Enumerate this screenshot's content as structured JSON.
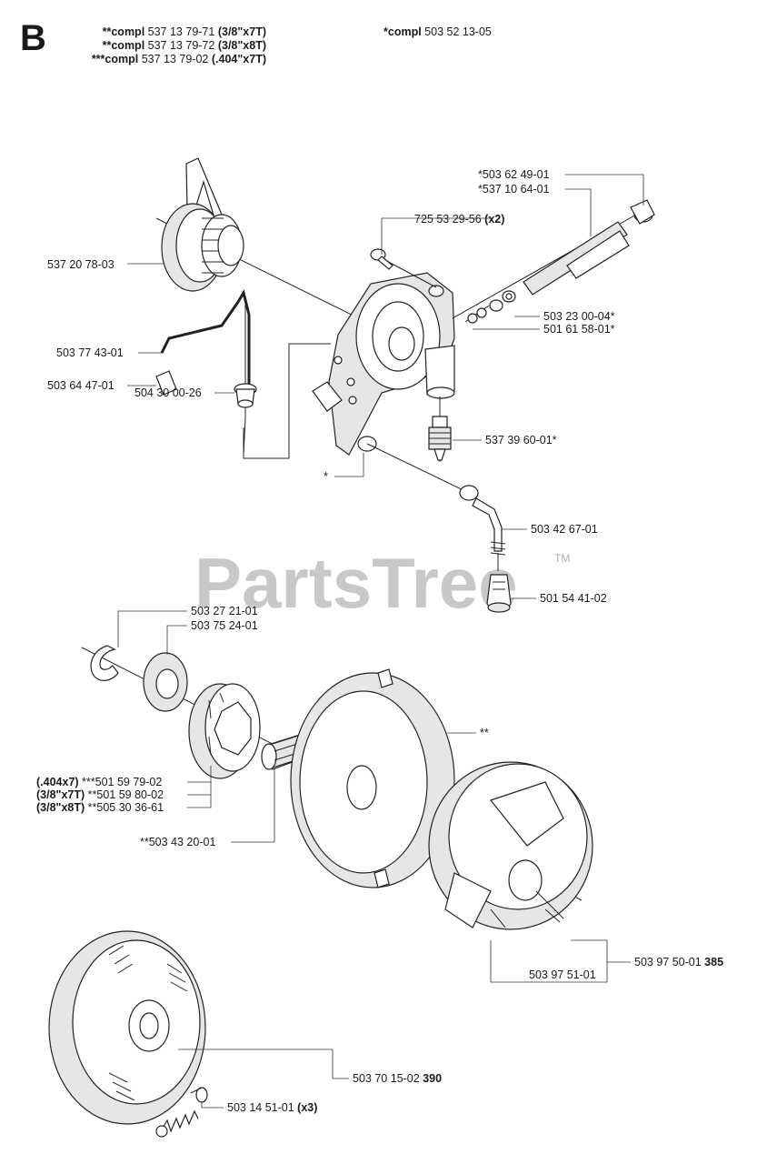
{
  "section": "B",
  "header": {
    "left_lines": [
      {
        "prefix": "**compl",
        "number": "537 13 79-71",
        "variant": "(3/8\"x7T)"
      },
      {
        "prefix": "**compl",
        "number": "537 13 79-72",
        "variant": "(3/8\"x8T)"
      },
      {
        "prefix": "***compl",
        "number": "537 13 79-02",
        "variant": "(.404\"x7T)"
      }
    ],
    "right_line": {
      "prefix": "*compl",
      "number": "503 52 13-05"
    }
  },
  "watermark": {
    "text": "PartsTree",
    "tm": "TM"
  },
  "callouts": {
    "c1": {
      "text": "*503 62 49-01"
    },
    "c2": {
      "text": "*537 10 64-01"
    },
    "c3": {
      "text": "725 53 29-56",
      "bold": "(x2)"
    },
    "c4": {
      "text": "537 20 78-03"
    },
    "c5": {
      "text": "503 23 00-04*"
    },
    "c6": {
      "text": "501 61 58-01*"
    },
    "c7": {
      "text": "503 77 43-01"
    },
    "c8": {
      "text": "503 64 47-01"
    },
    "c9": {
      "text": "504 30 00-26"
    },
    "c10": {
      "text": "537 39 60-01*"
    },
    "c11": {
      "text": "*"
    },
    "c12": {
      "text": "503 42 67-01"
    },
    "c13": {
      "text": "501 54 41-02"
    },
    "c14": {
      "text": "503 27 21-01"
    },
    "c15": {
      "text": "503 75 24-01"
    },
    "c16": {
      "text": "**"
    },
    "c17": {
      "bold": "(.404x7)",
      "text": "***501 59 79-02"
    },
    "c18": {
      "bold": "(3/8\"x7T)",
      "text": "**501 59 80-02"
    },
    "c19": {
      "bold": "(3/8\"x8T)",
      "text": "**505 30 36-61"
    },
    "c20": {
      "text": "**503 43 20-01"
    },
    "c21": {
      "text": "503 97 50-01",
      "bold": "385"
    },
    "c22": {
      "text": "503 97 51-01"
    },
    "c23": {
      "text": "503 70 15-02",
      "bold": "390"
    },
    "c24": {
      "text": "503 14 51-01",
      "bold": "(x3)"
    }
  }
}
